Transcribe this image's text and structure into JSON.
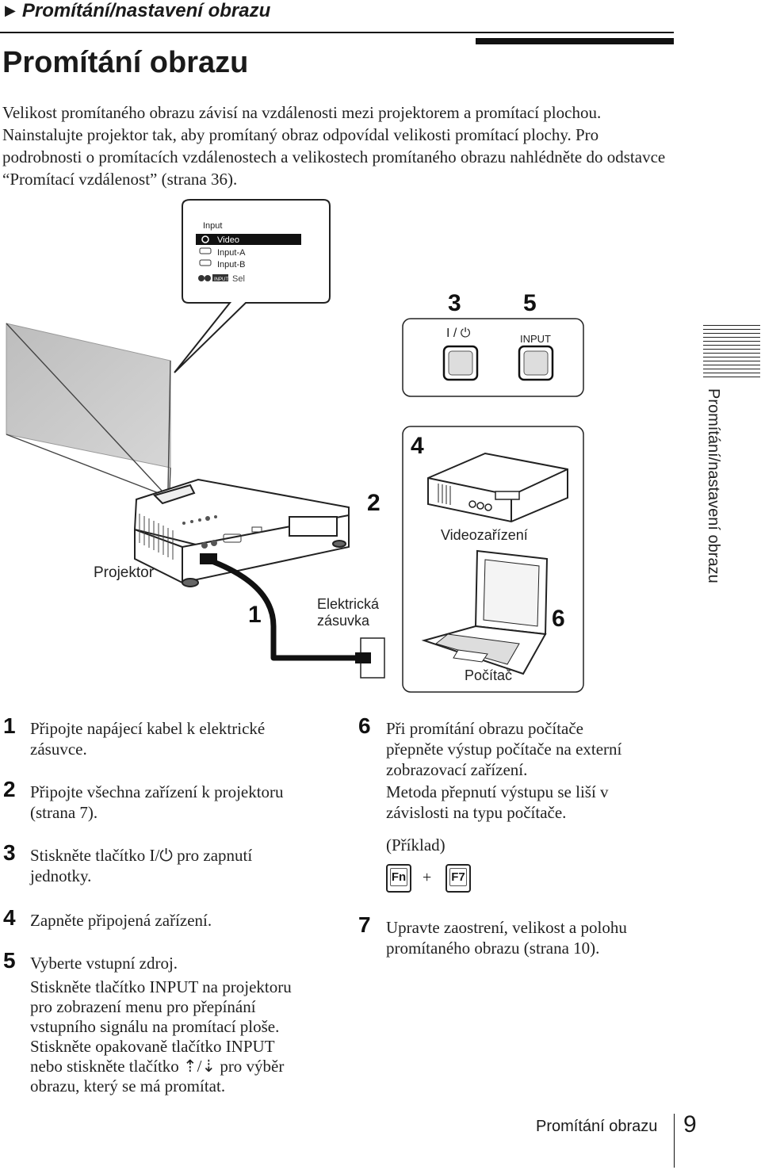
{
  "header": {
    "section": "Promítání/nastavení obrazu",
    "title": "Promítání obrazu",
    "intro": "Velikost promítaného obrazu závisí na vzdálenosti mezi projektorem a promítací plochou. Nainstalujte projektor tak, aby promítaný obraz odpovídal velikosti promítací plochy. Pro podrobnosti o promítacích vzdálenostech a velikostech promítaného obrazu nahlédněte do odstavce “Promítací vzdálenost” (strana 36)."
  },
  "side_tab": "Promítání/nastavení obrazu",
  "diagram": {
    "menu": {
      "title": "Input",
      "items": [
        "Video",
        "Input-A",
        "Input-B"
      ],
      "badge": "INPUT",
      "sel": "Sel"
    },
    "power_label": "I / ⏻",
    "input_label": "INPUT",
    "callouts": [
      "1",
      "2",
      "3",
      "4",
      "5",
      "6"
    ],
    "labels": {
      "projector": "Projektor",
      "outlet_line1": "Elektrická",
      "outlet_line2": "zásuvka",
      "video": "Videozařízení",
      "computer": "Počítač"
    }
  },
  "steps_left": [
    {
      "num": "1",
      "lines": [
        "Připojte napájecí kabel k elektrické",
        "zásuvce."
      ]
    },
    {
      "num": "2",
      "lines": [
        "Připojte všechna zařízení k projektoru",
        "(strana 7)."
      ]
    },
    {
      "num": "3",
      "lines": [
        "Stiskněte tlačítko I/⏻ pro zapnutí",
        "jednotky."
      ]
    },
    {
      "num": "4",
      "lines": [
        "Zapněte připojená zařízení."
      ]
    },
    {
      "num": "5",
      "lines": [
        "Vyberte vstupní zdroj.",
        "Stiskněte tlačítko INPUT na projektoru",
        "pro zobrazení menu pro přepínání",
        "vstupního signálu na promítací ploše.",
        "Stiskněte opakovaně tlačítko INPUT",
        "nebo stiskněte tlačítko ⇡/⇣ pro výběr",
        "obrazu, který se má promítat."
      ]
    }
  ],
  "steps_right": [
    {
      "num": "6",
      "lines": [
        "Při promítání obrazu počítače",
        "přepněte výstup počítače na externí",
        "zobrazovací zařízení.",
        "Metoda přepnutí výstupu se liší v",
        "závislosti na typu počítače."
      ]
    },
    {
      "num": "7",
      "lines": [
        "Upravte zaostrení, velikost a polohu",
        "promítaného obrazu (strana 10)."
      ]
    }
  ],
  "example": {
    "label": "(Příklad)",
    "key1": "Fn",
    "plus": "+",
    "key2": "F7"
  },
  "footer": {
    "label": "Promítání obrazu",
    "page": "9"
  }
}
